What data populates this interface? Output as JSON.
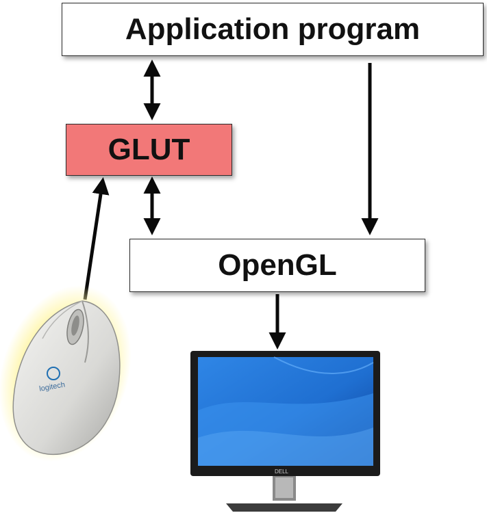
{
  "nodes": {
    "application": {
      "label": "Application program"
    },
    "glut": {
      "label": "GLUT",
      "color": "#f27878"
    },
    "opengl": {
      "label": "OpenGL"
    }
  },
  "devices": {
    "mouse": {
      "brand": "logitech"
    },
    "monitor": {
      "brand": "DELL"
    }
  },
  "colors": {
    "arrow": "#0a0a0a",
    "screen_blue": "#1f6fd1"
  }
}
